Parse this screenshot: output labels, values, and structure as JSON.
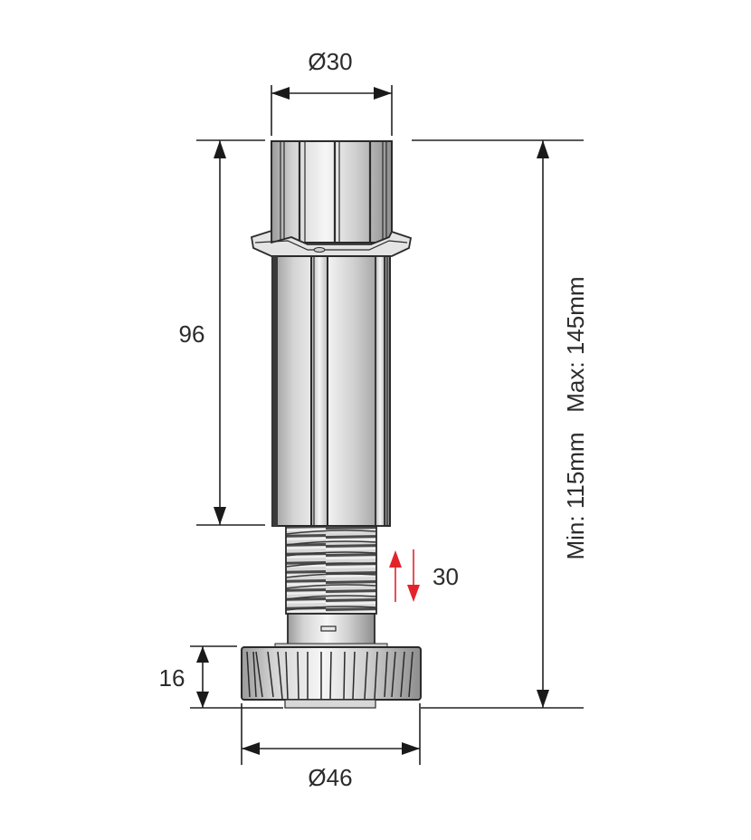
{
  "title": "Adjustable plinth leg dimension drawing",
  "dimensions": {
    "top_diameter": "Ø30",
    "base_diameter": "Ø46",
    "body_height": "96",
    "base_height": "16",
    "adjustment_range": "30",
    "total_height": "Min: 115mm   Max: 145mm"
  },
  "colors": {
    "dimension_lines": "#222222",
    "text": "#2b2b2b",
    "adjustment_arrows": "#e3232b",
    "metal_light": "#f2f2f2",
    "metal_dark": "#9a9a9a"
  }
}
